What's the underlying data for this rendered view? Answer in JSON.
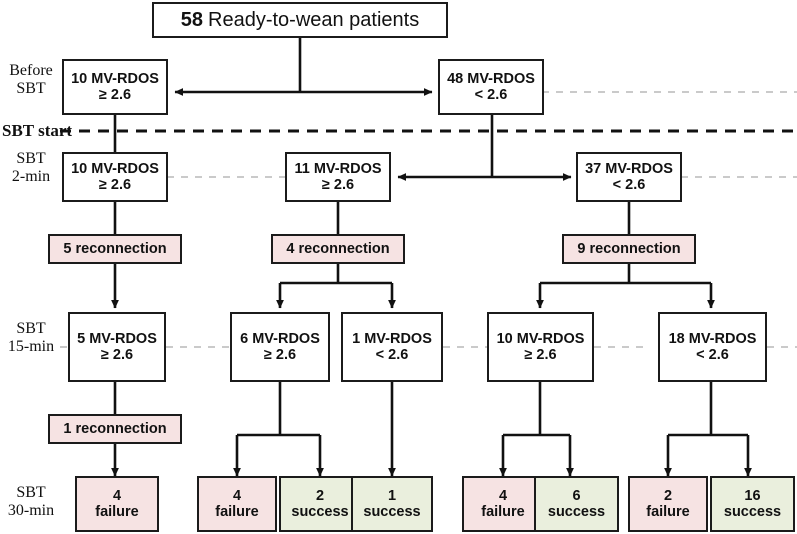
{
  "diagram": {
    "title": "SBT ready-to-wean patient flow",
    "colors": {
      "pink": "#f6e3e3",
      "green": "#eaefdd",
      "stroke": "#1b1b1b",
      "gray_dash": "#b8b8b8",
      "background": "#ffffff"
    }
  },
  "root": {
    "count": "58",
    "label": "Ready-to-wean patients"
  },
  "row_labels": {
    "before_sbt": {
      "line1": "Before",
      "line2": "SBT"
    },
    "sbt_start": {
      "line1": "SBT start"
    },
    "sbt_2min": {
      "line1": "SBT",
      "line2": "2-min"
    },
    "sbt_15min": {
      "line1": "SBT",
      "line2": "15-min"
    },
    "sbt_30min": {
      "line1": "SBT",
      "line2": "30-min"
    }
  },
  "before_sbt": [
    {
      "line1": "10 MV-RDOS",
      "line2": "≥ 2.6"
    },
    {
      "line1": "48 MV-RDOS",
      "line2": "< 2.6"
    }
  ],
  "sbt_2min": [
    {
      "line1": "10 MV-RDOS",
      "line2": "≥ 2.6"
    },
    {
      "line1": "11 MV-RDOS",
      "line2": "≥ 2.6"
    },
    {
      "line1": "37 MV-RDOS",
      "line2": "< 2.6"
    }
  ],
  "reconnections_2min": [
    {
      "label": "5 reconnection"
    },
    {
      "label": "4 reconnection"
    },
    {
      "label": "9 reconnection"
    }
  ],
  "sbt_15min": [
    {
      "line1": "5 MV-RDOS",
      "line2": "≥ 2.6"
    },
    {
      "line1": "6 MV-RDOS",
      "line2": "≥ 2.6"
    },
    {
      "line1": "1 MV-RDOS",
      "line2": "< 2.6"
    },
    {
      "line1": "10 MV-RDOS",
      "line2": "≥ 2.6"
    },
    {
      "line1": "18 MV-RDOS",
      "line2": "< 2.6"
    }
  ],
  "reconnections_15min": [
    {
      "label": "1 reconnection"
    }
  ],
  "sbt_30min": [
    {
      "line1": "4",
      "line2": "failure",
      "tone": "pink"
    },
    {
      "line1": "4",
      "line2": "failure",
      "tone": "pink"
    },
    {
      "line1": "2",
      "line2": "success",
      "tone": "green"
    },
    {
      "line1": "1",
      "line2": "success",
      "tone": "green"
    },
    {
      "line1": "4",
      "line2": "failure",
      "tone": "pink"
    },
    {
      "line1": "6",
      "line2": "success",
      "tone": "green"
    },
    {
      "line1": "2",
      "line2": "failure",
      "tone": "pink"
    },
    {
      "line1": "16",
      "line2": "success",
      "tone": "green"
    }
  ]
}
